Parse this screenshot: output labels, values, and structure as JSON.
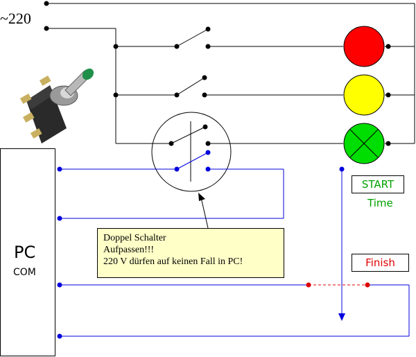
{
  "voltage_label": "~220",
  "pc": {
    "label": "PC",
    "sublabel": "COM"
  },
  "lamps": [
    {
      "name": "red-lamp",
      "color": "#ff0000"
    },
    {
      "name": "yellow-lamp",
      "color": "#ffff00"
    },
    {
      "name": "green-lamp",
      "color": "#00dd00"
    }
  ],
  "start_label": "START",
  "time_label": "Time",
  "finish_label": "Finish",
  "note": {
    "line1": "Doppel Schalter",
    "line2": "Aufpassen!!!",
    "line3": "220 V dürfen auf keinen Fall in PC!"
  },
  "colors": {
    "mains_wire": "#000000",
    "signal_wire": "#0000dd",
    "finish_link": "#dd0000",
    "start_text": "#00a000",
    "finish_text": "#e00000",
    "note_background": "#ffffc8"
  },
  "icons": {
    "toggle_switch_photo": "toggle-switch-icon"
  }
}
